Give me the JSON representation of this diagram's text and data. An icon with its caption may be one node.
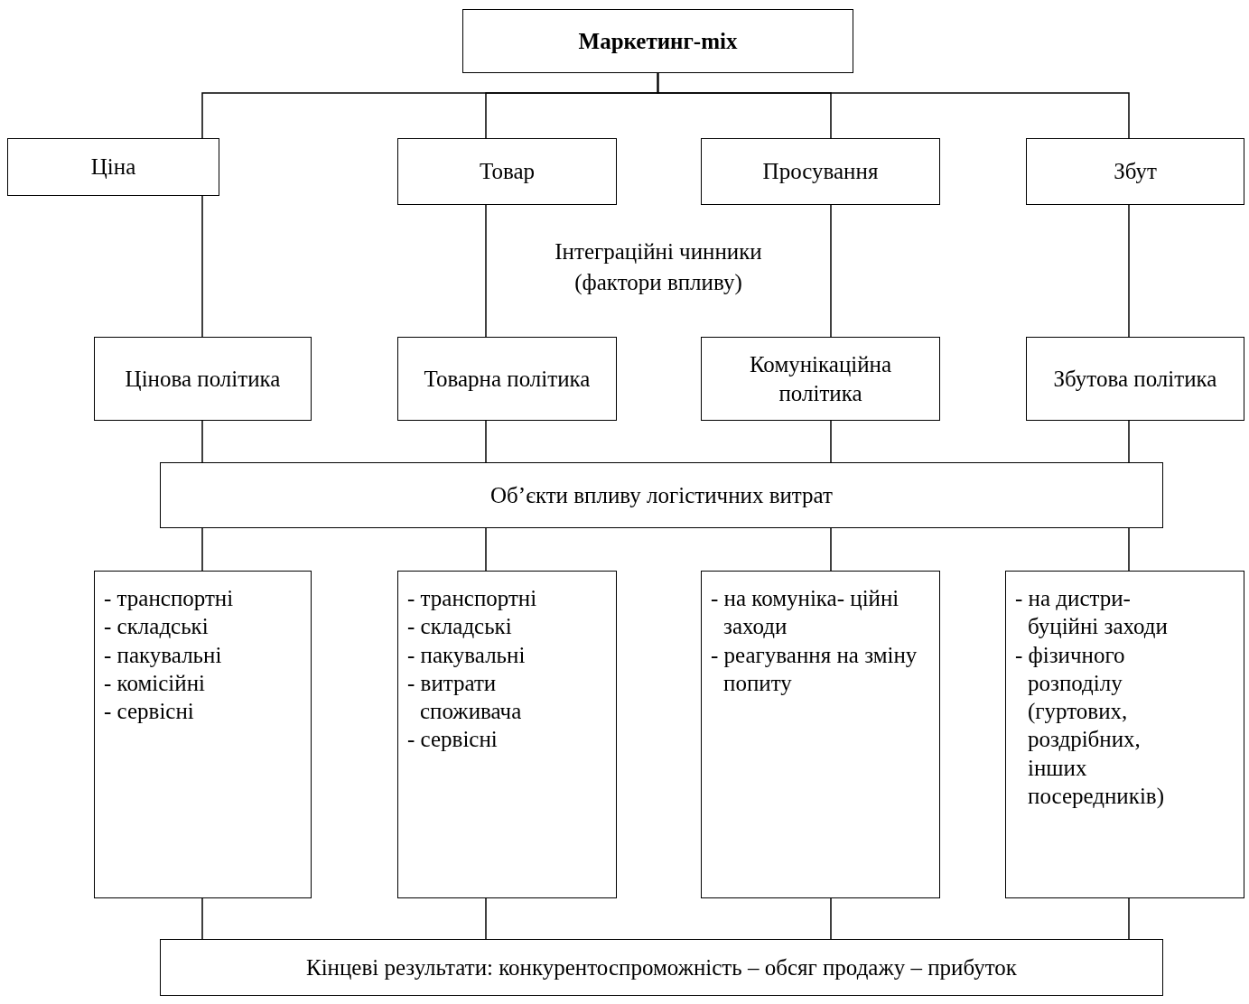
{
  "diagram": {
    "nodes": [
      {
        "text": [
          "Маркетинг-mix"
        ]
      },
      {
        "text": [
          "Ціна"
        ]
      },
      {
        "text": [
          "Товар"
        ]
      },
      {
        "text": [
          "Просування"
        ]
      },
      {
        "text": [
          "Збут"
        ]
      },
      {
        "text": [
          "Цінова політика"
        ]
      },
      {
        "text": [
          "Товарна політика"
        ]
      },
      {
        "text": [
          "Комунікаційна політика"
        ]
      },
      {
        "text": [
          "Збутова політика"
        ]
      },
      {
        "text": [
          "Об’єкти впливу логістичних витрат"
        ]
      },
      {
        "text": [
          "- транспортні",
          "- складські",
          "- пакувальні",
          "- комісійні",
          "- сервісні"
        ]
      },
      {
        "text": [
          "- транспортні",
          "- складські",
          "- пакувальні",
          "- витрати споживача",
          "- сервісні"
        ]
      },
      {
        "text": [
          "- на комуніка- ційні заходи",
          "- реагування на зміну попиту"
        ]
      },
      {
        "text": [
          "- на дистри- буційні заходи",
          "- фізичного розподілу (гуртових, роздрібних, інших посередників)"
        ]
      },
      {
        "text": [
          "Кінцеві результати: конкурентоспроможність  –  обсяг продажу  –  прибуток"
        ]
      }
    ],
    "edges": [
      {
        "from": 0,
        "to": 1,
        "arrow": "none"
      },
      {
        "from": 0,
        "to": 2,
        "arrow": "none"
      },
      {
        "from": 0,
        "to": 3,
        "arrow": "none"
      },
      {
        "from": 0,
        "to": 4,
        "arrow": "none"
      },
      {
        "from": 1,
        "to": 5,
        "arrow": "none"
      },
      {
        "from": 2,
        "to": 6,
        "arrow": "none"
      },
      {
        "from": 3,
        "to": 7,
        "arrow": "none"
      },
      {
        "from": 4,
        "to": 8,
        "arrow": "none"
      },
      {
        "from": 5,
        "to": 9,
        "arrow": "none"
      },
      {
        "from": 6,
        "to": 9,
        "arrow": "none"
      },
      {
        "from": 7,
        "to": 9,
        "arrow": "none"
      },
      {
        "from": 8,
        "to": 9,
        "arrow": "none"
      },
      {
        "from": 9,
        "to": 10,
        "arrow": "none"
      },
      {
        "from": 9,
        "to": 11,
        "arrow": "none"
      },
      {
        "from": 9,
        "to": 12,
        "arrow": "none"
      },
      {
        "from": 9,
        "to": 13,
        "arrow": "none"
      },
      {
        "from": 10,
        "to": 14,
        "arrow": "none"
      },
      {
        "from": 11,
        "to": 14,
        "arrow": "none"
      },
      {
        "from": 12,
        "to": 14,
        "arrow": "none"
      },
      {
        "from": 13,
        "to": 14,
        "arrow": "none"
      }
    ],
    "labels": [
      "Інтеграційні чинники (фактори впливу)"
    ]
  }
}
